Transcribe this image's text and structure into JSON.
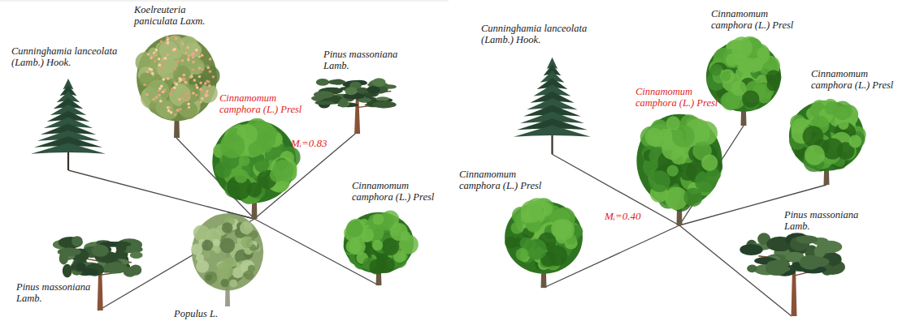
{
  "diagram": {
    "nodes": [
      {
        "text": [
          "Cunninghamia lanceolata (Lamb.) Hook."
        ]
      },
      {
        "text": [
          "Koelreuteria paniculata Laxm."
        ]
      },
      {
        "text": [
          "Cinnamomum camphora (L.) Presl"
        ]
      },
      {
        "text": [
          "Pinus massoniana Lamb."
        ]
      },
      {
        "text": [
          "Cinnamomum camphora (L.) Presl"
        ]
      },
      {
        "text": [
          "Pinus massoniana Lamb."
        ]
      },
      {
        "text": [
          "Populus L."
        ]
      },
      {
        "text": [
          "Cunninghamia lanceolata (Lamb.) Hook."
        ]
      },
      {
        "text": [
          "Cinnamomum camphora (L.) Presl"
        ]
      },
      {
        "text": [
          "Cinnamomum camphora (L.) Presl"
        ]
      },
      {
        "text": [
          "Cinnamomum camphora (L.) Presl"
        ]
      },
      {
        "text": [
          "Cinnamomum camphora (L.) Presl"
        ]
      },
      {
        "text": [
          "Pinus massoniana Lamb."
        ]
      }
    ],
    "edges": [
      {
        "from": 2,
        "to": 0,
        "arrow": "none"
      },
      {
        "from": 2,
        "to": 1,
        "arrow": "none"
      },
      {
        "from": 2,
        "to": 3,
        "arrow": "none"
      },
      {
        "from": 2,
        "to": 4,
        "arrow": "none"
      },
      {
        "from": 2,
        "to": 5,
        "arrow": "none"
      },
      {
        "from": 2,
        "to": 6,
        "arrow": "none"
      },
      {
        "from": 10,
        "to": 7,
        "arrow": "none"
      },
      {
        "from": 10,
        "to": 8,
        "arrow": "none"
      },
      {
        "from": 10,
        "to": 9,
        "arrow": "none"
      },
      {
        "from": 10,
        "to": 11,
        "arrow": "none"
      },
      {
        "from": 10,
        "to": 12,
        "arrow": "none"
      }
    ],
    "labels": [
      "Mᵢ=0.83",
      "Mᵢ=0.40"
    ]
  }
}
